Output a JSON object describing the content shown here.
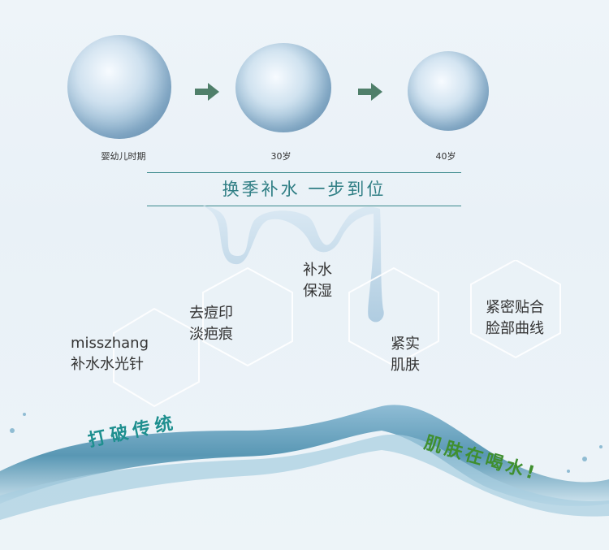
{
  "stages": [
    {
      "label": "婴幼儿时期"
    },
    {
      "label": "30岁"
    },
    {
      "label": "40岁"
    }
  ],
  "headline": "换季补水   一步到位",
  "features": [
    {
      "line1": "补水",
      "line2": "保湿"
    },
    {
      "line1": "去痘印",
      "line2": "淡疤痕"
    },
    {
      "line1": "misszhang",
      "line2": "补水水光针"
    },
    {
      "line1": "紧实",
      "line2": "肌肤"
    },
    {
      "line1": "紧密贴合",
      "line2": "脸部曲线"
    }
  ],
  "slogans": {
    "left": "打破传统",
    "right": "肌肤在喝水!"
  },
  "colors": {
    "teal": "#2f7e84",
    "arrow": "#4f7f6a",
    "slogan_left": "#1e8f8f",
    "slogan_right": "#3f8f2f"
  }
}
